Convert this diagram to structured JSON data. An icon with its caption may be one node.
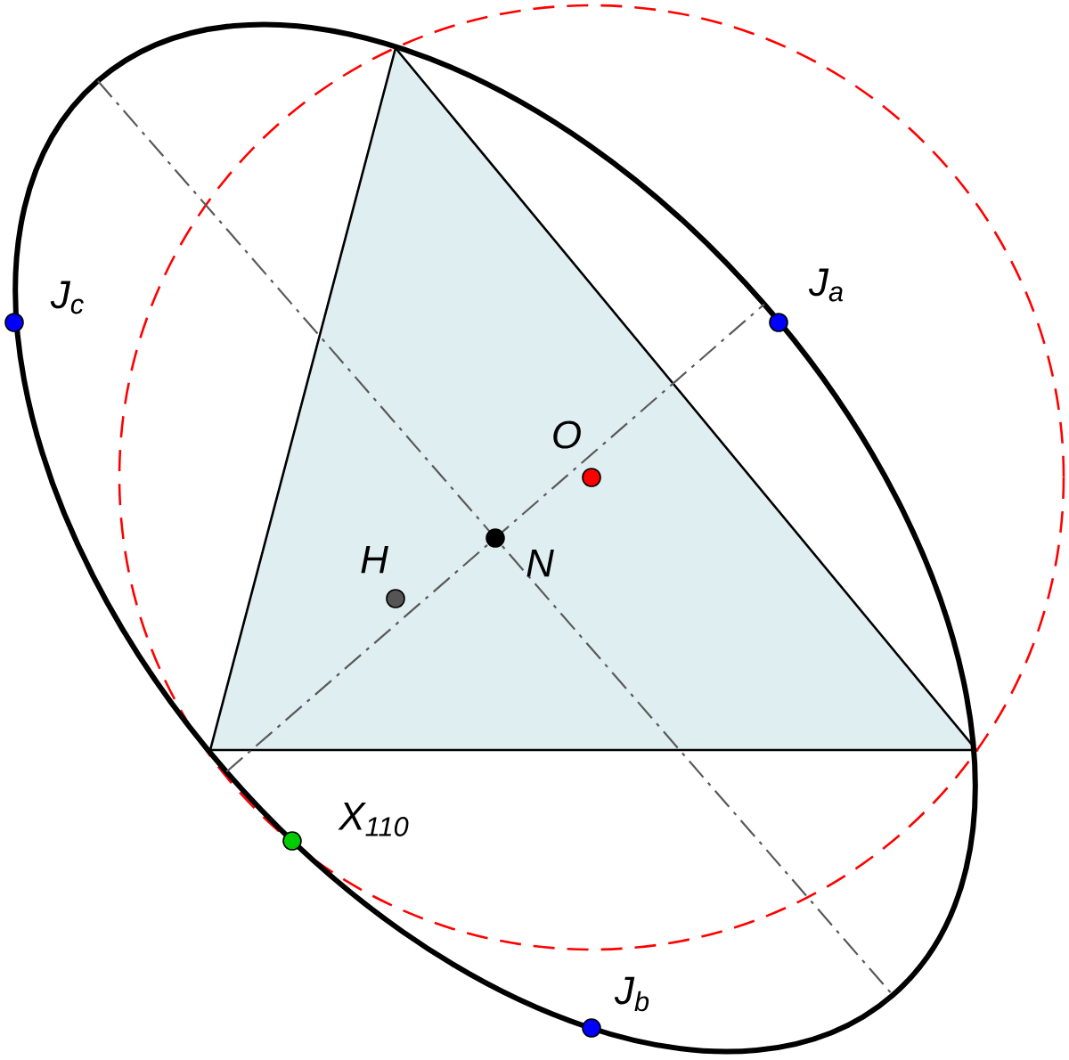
{
  "diagram": {
    "nodes": [
      {
        "text": [],
        "shape": "circle",
        "beside": [
          "J$_{c}$"
        ]
      },
      {
        "text": [],
        "shape": "circle",
        "beside": [
          "J$_{a}$"
        ]
      },
      {
        "text": [],
        "shape": "circle",
        "beside": [
          "O"
        ]
      },
      {
        "text": [],
        "shape": "circle",
        "beside": [
          "N"
        ]
      },
      {
        "text": [],
        "shape": "circle",
        "beside": [
          "H"
        ]
      },
      {
        "text": [],
        "shape": "circle",
        "beside": [
          "X$_{110}$"
        ]
      },
      {
        "text": [],
        "shape": "circle",
        "beside": [
          "J$_{b}$"
        ]
      }
    ]
  }
}
